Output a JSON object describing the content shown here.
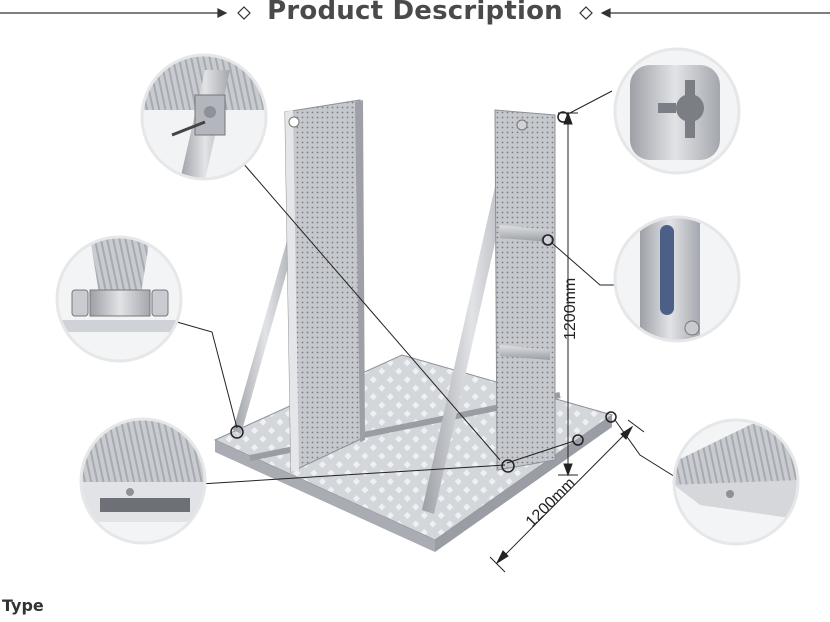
{
  "header": {
    "title": "Product Description"
  },
  "dimensions": {
    "height_label": "1200mm",
    "width_label": "1200mm"
  },
  "footer": {
    "type_label": "Type"
  },
  "colors": {
    "aluminium": "#b9bcc2",
    "aluminium_dark": "#8e9197",
    "text": "#4a4a4a",
    "line": "#333333"
  }
}
